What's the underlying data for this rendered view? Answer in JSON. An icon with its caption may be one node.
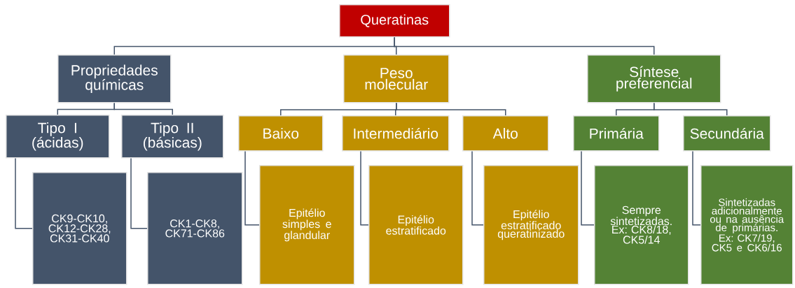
{
  "diagram": {
    "nodes": [
      {
        "text": [
          "Queratinas"
        ]
      },
      {
        "text": [
          "Propriedades químicas"
        ]
      },
      {
        "text": [
          "Peso molecular"
        ]
      },
      {
        "text": [
          "Síntese preferencial"
        ]
      },
      {
        "text": [
          "Tipo I (ácidas)"
        ]
      },
      {
        "text": [
          "Tipo II (básicas)"
        ]
      },
      {
        "text": [
          "Baixo"
        ]
      },
      {
        "text": [
          "Intermediário"
        ]
      },
      {
        "text": [
          "Alto"
        ]
      },
      {
        "text": [
          "Primária"
        ]
      },
      {
        "text": [
          "Secundária"
        ]
      },
      {
        "text": [
          "CK9-CK10, CK12-CK28, CK31-CK40"
        ]
      },
      {
        "text": [
          "CK1-CK8, CK71-CK86"
        ]
      },
      {
        "text": [
          "Epitélio simples e glandular"
        ]
      },
      {
        "text": [
          "Epitélio estratificado"
        ]
      },
      {
        "text": [
          "Epitélio estratificado queratinizado"
        ]
      },
      {
        "text": [
          "Sempre sintetizadas. Ex: CK8/18, CK5/14"
        ]
      },
      {
        "text": [
          "Sintetizadas adicionalmente ou na ausência de primárias. Ex: CK7/19, CK5 e CK6/16"
        ]
      }
    ],
    "edges": [
      {
        "from": 0,
        "to": 1,
        "arrow": "none"
      },
      {
        "from": 0,
        "to": 2,
        "arrow": "none"
      },
      {
        "from": 0,
        "to": 3,
        "arrow": "none"
      },
      {
        "from": 1,
        "to": 4,
        "arrow": "none"
      },
      {
        "from": 1,
        "to": 5,
        "arrow": "none"
      },
      {
        "from": 2,
        "to": 6,
        "arrow": "none"
      },
      {
        "from": 2,
        "to": 7,
        "arrow": "none"
      },
      {
        "from": 2,
        "to": 8,
        "arrow": "none"
      },
      {
        "from": 3,
        "to": 9,
        "arrow": "none"
      },
      {
        "from": 3,
        "to": 10,
        "arrow": "none"
      },
      {
        "from": 4,
        "to": 11,
        "arrow": "none"
      },
      {
        "from": 5,
        "to": 12,
        "arrow": "none"
      },
      {
        "from": 6,
        "to": 13,
        "arrow": "none"
      },
      {
        "from": 7,
        "to": 14,
        "arrow": "none"
      },
      {
        "from": 8,
        "to": 15,
        "arrow": "none"
      },
      {
        "from": 9,
        "to": 16,
        "arrow": "none"
      },
      {
        "from": 10,
        "to": 17,
        "arrow": "none"
      }
    ]
  }
}
